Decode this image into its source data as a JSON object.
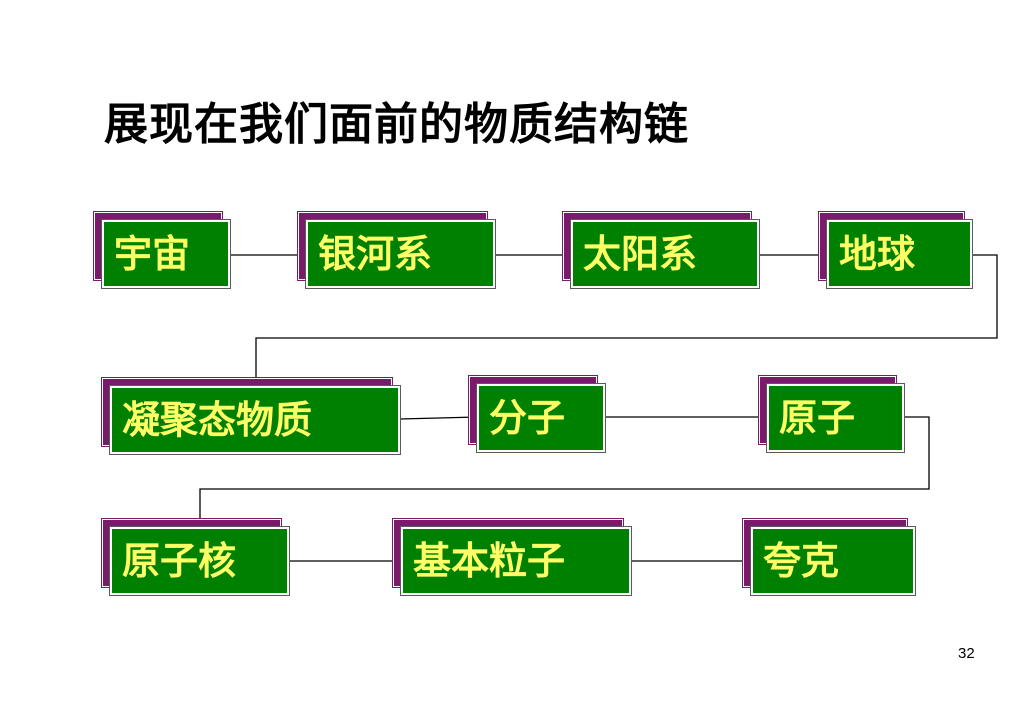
{
  "slide": {
    "title": "展现在我们面前的物质结构链",
    "page_number": "32"
  },
  "colors": {
    "box_fill": "#008000",
    "box_shadow": "#7a1a6a",
    "label_text": "#ffff66",
    "connector": "#000000"
  },
  "nodes": [
    {
      "id": "universe",
      "label": "宇宙"
    },
    {
      "id": "galaxy",
      "label": "银河系"
    },
    {
      "id": "solar-system",
      "label": "太阳系"
    },
    {
      "id": "earth",
      "label": "地球"
    },
    {
      "id": "condensed-matter",
      "label": "凝聚态物质"
    },
    {
      "id": "molecule",
      "label": "分子"
    },
    {
      "id": "atom",
      "label": "原子"
    },
    {
      "id": "nucleus",
      "label": "原子核"
    },
    {
      "id": "elementary-particle",
      "label": "基本粒子"
    },
    {
      "id": "quark",
      "label": "夸克"
    }
  ],
  "edges": [
    {
      "from": "universe",
      "to": "galaxy"
    },
    {
      "from": "galaxy",
      "to": "solar-system"
    },
    {
      "from": "solar-system",
      "to": "earth"
    },
    {
      "from": "earth",
      "to": "condensed-matter"
    },
    {
      "from": "condensed-matter",
      "to": "molecule"
    },
    {
      "from": "molecule",
      "to": "atom"
    },
    {
      "from": "atom",
      "to": "nucleus"
    },
    {
      "from": "nucleus",
      "to": "elementary-particle"
    },
    {
      "from": "elementary-particle",
      "to": "quark"
    }
  ]
}
